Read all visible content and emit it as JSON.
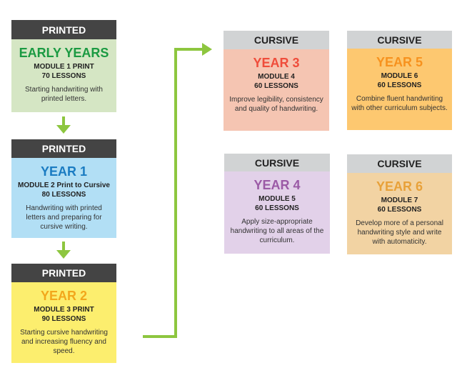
{
  "cards": [
    {
      "header": "PRINTED",
      "title": "EARLY YEARS",
      "module": "MODULE 1 PRINT",
      "lessons": "70 LESSONS",
      "desc": "Starting handwriting with printed letters.",
      "bg": "#d5e6c4",
      "color": "#1b9a42"
    },
    {
      "header": "PRINTED",
      "title": "YEAR 1",
      "module": "MODULE 2 Print to Cursive",
      "lessons": "80 LESSONS",
      "desc": "Handwriting with printed letters and preparing for cursive writing.",
      "bg": "#b2dff5",
      "color": "#1b7cc2"
    },
    {
      "header": "PRINTED",
      "title": "YEAR 2",
      "module": "MODULE 3 PRINT",
      "lessons": "90 LESSONS",
      "desc": "Starting cursive handwriting and increasing fluency and speed.",
      "bg": "#fcee6e",
      "color": "#f2a71c"
    },
    {
      "header": "CURSIVE",
      "title": "YEAR 3",
      "module": "MODULE 4",
      "lessons": "60 LESSONS",
      "desc": "Improve legibility, consistency and quality of handwriting.",
      "bg": "#f5c5b2",
      "color": "#ef4d3b"
    },
    {
      "header": "CURSIVE",
      "title": "YEAR 5",
      "module": "MODULE 6",
      "lessons": "60 LESSONS",
      "desc": "Combine fluent handwriting with other curriculum subjects.",
      "bg": "#fdc870",
      "color": "#f7921e"
    },
    {
      "header": "CURSIVE",
      "title": "YEAR 4",
      "module": "MODULE 5",
      "lessons": "60 LESSONS",
      "desc": "Apply size-appropriate handwriting to all areas of the curriculum.",
      "bg": "#e2d1e9",
      "color": "#9b5aa6"
    },
    {
      "header": "CURSIVE",
      "title": "YEAR 6",
      "module": "MODULE 7",
      "lessons": "60 LESSONS",
      "desc": "Develop more of a personal handwriting style and write with automaticity.",
      "bg": "#f2d3a3",
      "color": "#e8a139"
    }
  ],
  "arrow_color": "#8dc63f"
}
